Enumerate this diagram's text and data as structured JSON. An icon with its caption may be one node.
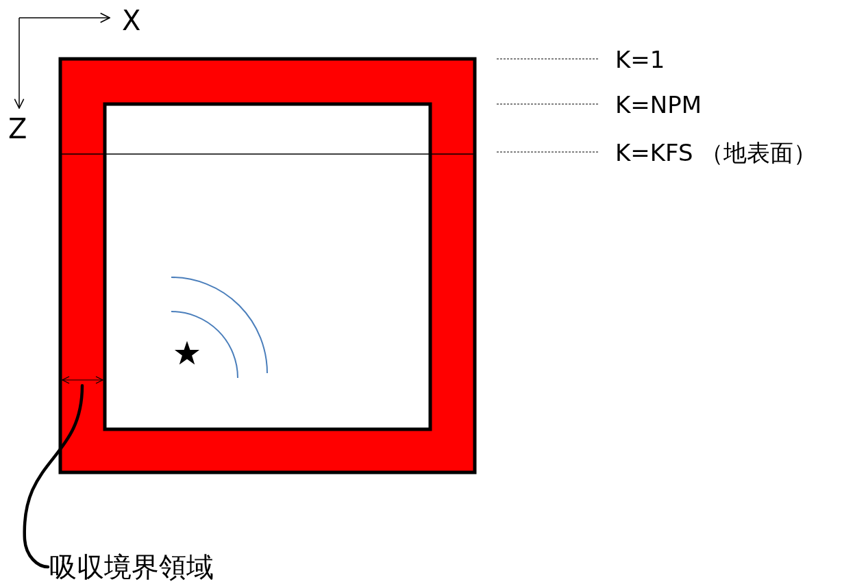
{
  "diagram": {
    "nodes": [
      {
        "text": [
          "吸収境界領域"
        ]
      },
      {
        "text": [],
        "shape": "box"
      }
    ],
    "edges": [
      {
        "from": 0,
        "to": 1,
        "arrow": "none"
      }
    ],
    "labels": [
      "X",
      "Z",
      "K=1",
      "K=NPM",
      "K=KFS （地表面）"
    ]
  }
}
